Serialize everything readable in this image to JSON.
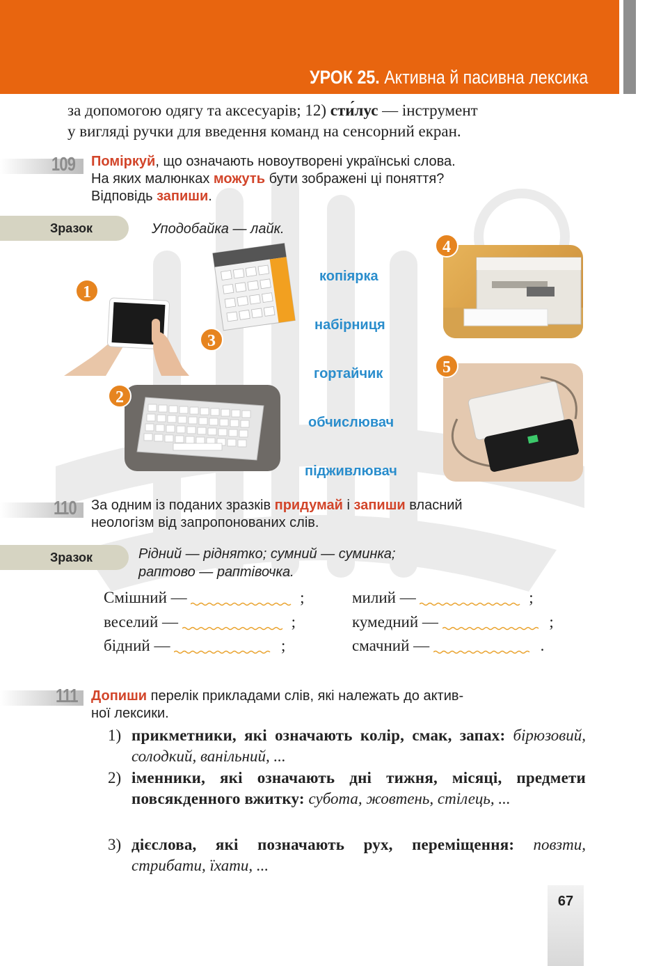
{
  "header": {
    "lesson_label": "УРОК 25.",
    "lesson_title": "Активна й пасивна лексика"
  },
  "continuation": {
    "line1_a": "за допомогою одягу та аксесуарів; 12) ",
    "line1_bold": "сти́лус",
    "line1_b": " — інструмент",
    "line2": "у вигляді ручки для введення команд на сенсорний екран."
  },
  "ex109": {
    "number": "109",
    "w1": "Поміркуй",
    "t1": ", що означають новоутворені українські слова.",
    "t2a": "На яких малюнках ",
    "w2": "можуть",
    "t2b": " бути зображені ці поняття?",
    "t3a": "Відповідь ",
    "w3": "запиши",
    "t3b": ".",
    "sample_label": "Зразок",
    "sample_text": "Уподобайка — лайк.",
    "badges": [
      "1",
      "2",
      "3",
      "4",
      "5"
    ],
    "words": [
      "копіярка",
      "набірниця",
      "гортайчик",
      "обчислювач",
      "підживлювач"
    ]
  },
  "ex110": {
    "number": "110",
    "t1a": "За одним із поданих зразків ",
    "w1": "придумай",
    "t1b": " і ",
    "w2": "запиши",
    "t1c": " власний",
    "t2": "неологізм від запропонованих слів.",
    "sample_label": "Зразок",
    "sample_line1": "Рідний — ріднятко; сумний — суминка;",
    "sample_line2": "раптово — раптівочка.",
    "rows": [
      {
        "left_word": "Смішний —",
        "left_end": ";",
        "right_word": "милий —",
        "right_end": ";"
      },
      {
        "left_word": "веселий —",
        "left_end": ";",
        "right_word": "кумедний —",
        "right_end": ";"
      },
      {
        "left_word": "бідний —",
        "left_end": ";",
        "right_word": "смачний —",
        "right_end": "."
      }
    ]
  },
  "ex111": {
    "number": "111",
    "w1": "Допиши",
    "t1": " перелік прикладами слів, які належать до актив-",
    "t2": "ної лексики.",
    "items": [
      {
        "num": "1)",
        "bold": "прикметники, які означають колір, смак, запах:",
        "italic": "бірюзовий, солодкий, ванільний, ..."
      },
      {
        "num": "2)",
        "bold": "іменники, які означають дні тижня, місяці, предмети повсякденного вжитку:",
        "italic": "субота, жовтень, стілець, ..."
      },
      {
        "num": "3)",
        "bold": "дієслова, які позначають рух, переміщення:",
        "italic": "повзти, стрибати, їхати, ..."
      }
    ]
  },
  "page": {
    "number": "67"
  },
  "colors": {
    "header": "#e8650f",
    "accent_red": "#d2452a",
    "word_blue": "#2a8dcc",
    "badge": "#e6841f"
  }
}
